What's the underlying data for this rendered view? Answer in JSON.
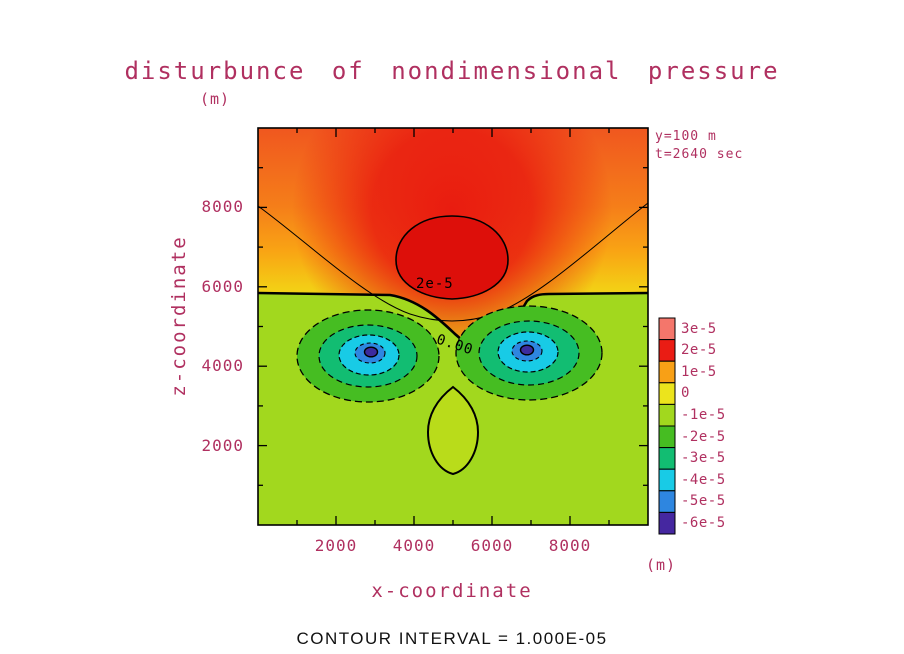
{
  "title": "disturbunce of nondimensional pressure",
  "axis": {
    "y_unit_label": "(m)",
    "x_unit_label": "(m)",
    "x_title": "x-coordinate",
    "y_title": "z-coordinate",
    "x_ticks": [
      "2000",
      "4000",
      "6000",
      "8000"
    ],
    "y_ticks": [
      "2000",
      "4000",
      "6000",
      "8000"
    ]
  },
  "annotations": {
    "line1": "y=100 m",
    "line2": "t=2640 sec"
  },
  "footer": "CONTOUR INTERVAL = 1.000E-05",
  "contour_labels": {
    "positive": "2e-5",
    "zero": "0.00"
  },
  "legend": [
    {
      "label": "3e-5",
      "color": "#f4766b"
    },
    {
      "label": "2e-5",
      "color": "#ea1c14"
    },
    {
      "label": "1e-5",
      "color": "#f8a016"
    },
    {
      "label": "0",
      "color": "#ece41c"
    },
    {
      "label": "-1e-5",
      "color": "#a2d81e"
    },
    {
      "label": "-2e-5",
      "color": "#46bd22"
    },
    {
      "label": "-3e-5",
      "color": "#12bd72"
    },
    {
      "label": "-4e-5",
      "color": "#18cbe6"
    },
    {
      "label": "-5e-5",
      "color": "#2e86e0"
    },
    {
      "label": "-6e-5",
      "color": "#4527a0"
    }
  ],
  "colors": {
    "text": "#b03060",
    "footer_text": "#111111",
    "contour_line": "#000000",
    "background": "#ffffff",
    "field_low_band": "#a2d81e",
    "field_max_band": "#dd0f0a"
  },
  "chart_data": {
    "type": "heatmap",
    "subtype": "filled_contour",
    "title": "disturbunce of nondimensional pressure",
    "xlabel": "x-coordinate (m)",
    "ylabel": "z-coordinate (m)",
    "x_range": [
      0,
      10000
    ],
    "y_range": [
      0,
      10000
    ],
    "x_ticks": [
      2000,
      4000,
      6000,
      8000
    ],
    "y_ticks": [
      2000,
      4000,
      6000,
      8000
    ],
    "x_minor_ticks": [
      1000,
      3000,
      5000,
      7000,
      9000
    ],
    "y_minor_ticks": [
      1000,
      3000,
      5000,
      7000,
      9000
    ],
    "grid": false,
    "legend_position": "right",
    "contour_interval": 1e-05,
    "levels": [
      3e-05,
      2e-05,
      1e-05,
      0,
      -1e-05,
      -2e-05,
      -3e-05,
      -4e-05,
      -5e-05,
      -6e-05
    ],
    "level_colors": [
      "#f4766b",
      "#ea1c14",
      "#f8a016",
      "#ece41c",
      "#a2d81e",
      "#46bd22",
      "#12bd72",
      "#18cbe6",
      "#2e86e0",
      "#4527a0"
    ],
    "line_styles": {
      "negative_contours": "dashed",
      "zero_and_positive_contours": "solid"
    },
    "slice": {
      "y": "100 m",
      "t": "2640 sec"
    },
    "labeled_contours": [
      {
        "level": 2e-05,
        "label": "2e-5",
        "x": 4400,
        "z": 6100
      },
      {
        "level": 0,
        "label": "0.00",
        "x": 5100,
        "z": 4500
      }
    ],
    "features": {
      "maximum": {
        "x": 5000,
        "z": 7000,
        "value_approx": 2.5e-05
      },
      "minima": [
        {
          "x": 2850,
          "z": 4300,
          "value_approx": -6e-05
        },
        {
          "x": 7000,
          "z": 4350,
          "value_approx": -6e-05
        }
      ],
      "zero_contour_mean_height_m": 5800,
      "closed_zero_contour_cell": {
        "x": 5000,
        "z_bottom": 1300,
        "z_top": 3500
      }
    }
  }
}
